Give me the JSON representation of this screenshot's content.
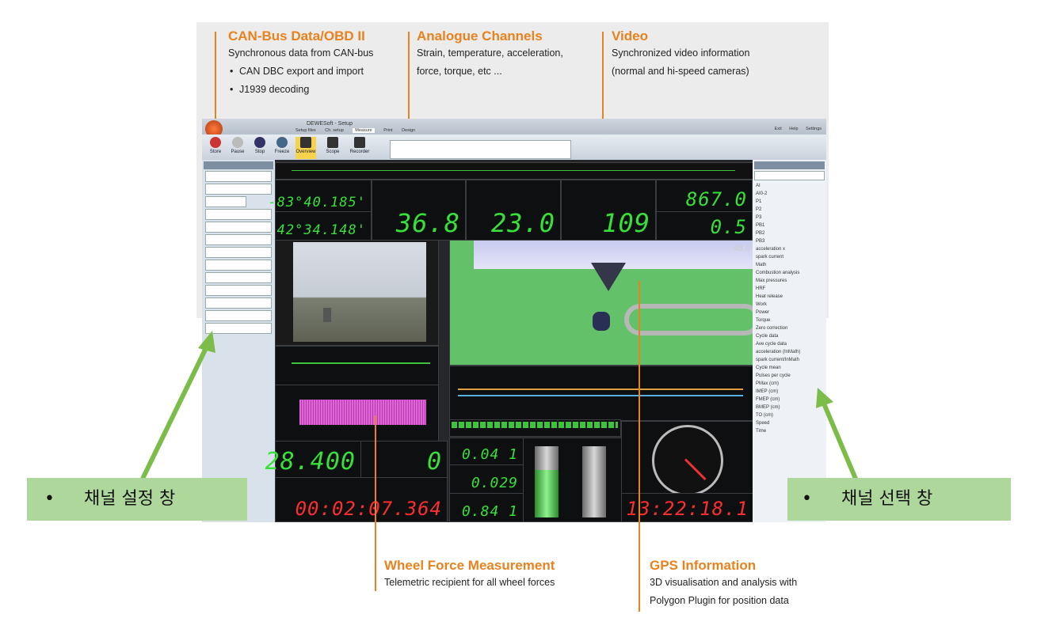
{
  "annotations": {
    "canbus": {
      "title": "CAN-Bus Data/OBD II",
      "desc": "Synchronous data from CAN-bus",
      "bullets": [
        "CAN DBC export and import",
        "J1939 decoding"
      ]
    },
    "analogue": {
      "title": "Analogue Channels",
      "line1": "Strain, temperature, acceleration,",
      "line2": "force, torque, etc ..."
    },
    "video": {
      "title": "Video",
      "line1": "Synchronized video information",
      "line2": "(normal and hi-speed cameras)"
    },
    "wheel": {
      "title": "Wheel Force Measurement",
      "desc": "Telemetric recipient for all wheel forces"
    },
    "gps": {
      "title": "GPS Information",
      "line1": "3D visualisation and analysis  with",
      "line2": "Polygon Plugin for position data"
    }
  },
  "labels": {
    "left_bullet": "•",
    "left": "채널 설정 창",
    "right_bullet": "•",
    "right": "채널 선택 창"
  },
  "app": {
    "window_title": "DEWESoft - Setup",
    "tabs": [
      "Setup files",
      "Ch. setup",
      "Measure",
      "Print",
      "Design"
    ],
    "toolbar": [
      "Store",
      "Pause",
      "Stop",
      "Freeze",
      "Overview",
      "Scope",
      "Recorder"
    ],
    "top_right": [
      "Exit",
      "Help",
      "Settings"
    ]
  },
  "displays": {
    "lat": "-83°40.185'",
    "lon": "42°34.148'",
    "d1": "36.8",
    "d2": "23.0",
    "d3": "109",
    "d4": "867.0",
    "d5": "0.5",
    "big1": "28.400",
    "big2": "0",
    "time1": "00:02:07.364",
    "v1": "0.04 1",
    "v2": "0.029",
    "v3": "0.84 1",
    "clock": "13:22:18.1",
    "hud": "48.0"
  },
  "channel_list": {
    "items": [
      "AI",
      "AI0-2",
      "P1",
      "P2",
      "P3",
      "PB1",
      "PB2",
      "PB3",
      "acceleration x",
      "spark current",
      "Math",
      "Combustion analysis",
      "Max pressures",
      "HRF",
      "Heat release",
      "Work",
      "Power",
      "Torque",
      "Zero correction",
      "Cycle data",
      "Ave cycle data",
      "acceleration (InMath)",
      "spark current/InMath",
      "Cycle mean",
      "Pulses per cycle",
      "PMax (cm)",
      "IMEP (cm)",
      "FMEP (cm)",
      "BMEP (cm)",
      "TO (cm)",
      "Speed",
      "Time"
    ]
  },
  "colors": {
    "orange": "#e8821e",
    "label_bg": "#aed89b",
    "arrow": "#7cbd4a",
    "digit_green": "#38e03a",
    "digit_red": "#ff2e2e"
  }
}
